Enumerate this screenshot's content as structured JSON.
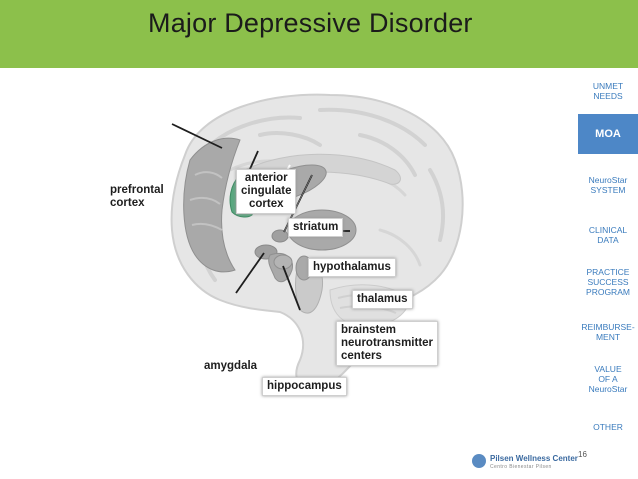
{
  "slide": {
    "title": "Major Depressive Disorder",
    "page_number": "16"
  },
  "labels": {
    "prefrontal": "prefrontal\ncortex",
    "anterior_cingulate": "anterior\ncingulate\ncortex",
    "striatum": "striatum",
    "hypothalamus": "hypothalamus",
    "thalamus": "thalamus",
    "brainstem": "brainstem\nneurotransmitter\ncenters",
    "amygdala": "amygdala",
    "hippocampus": "hippocampus"
  },
  "sidebar": {
    "items": [
      {
        "label": "UNMET\nNEEDS"
      },
      {
        "label": "MOA"
      },
      {
        "label": "NeuroStar\nSYSTEM"
      },
      {
        "label": "CLINICAL\nDATA"
      },
      {
        "label": "PRACTICE\nSUCCESS\nPROGRAM"
      },
      {
        "label": "REIMBURSE-\nMENT"
      },
      {
        "label": "VALUE\nOF A\nNeuroStar"
      },
      {
        "label": "OTHER"
      }
    ]
  },
  "logo": {
    "name": "Pilsen Wellness Center",
    "tagline": "Centro Bienestar Pilsen"
  },
  "colors": {
    "header_green": "#8cc04b",
    "active_nav": "#4d87c7",
    "nav_text": "#3a7bbd",
    "cingulate_green": "#5aa77f",
    "brain_gray": "#dcdcdc",
    "structure_gray": "#a9a9a9"
  }
}
